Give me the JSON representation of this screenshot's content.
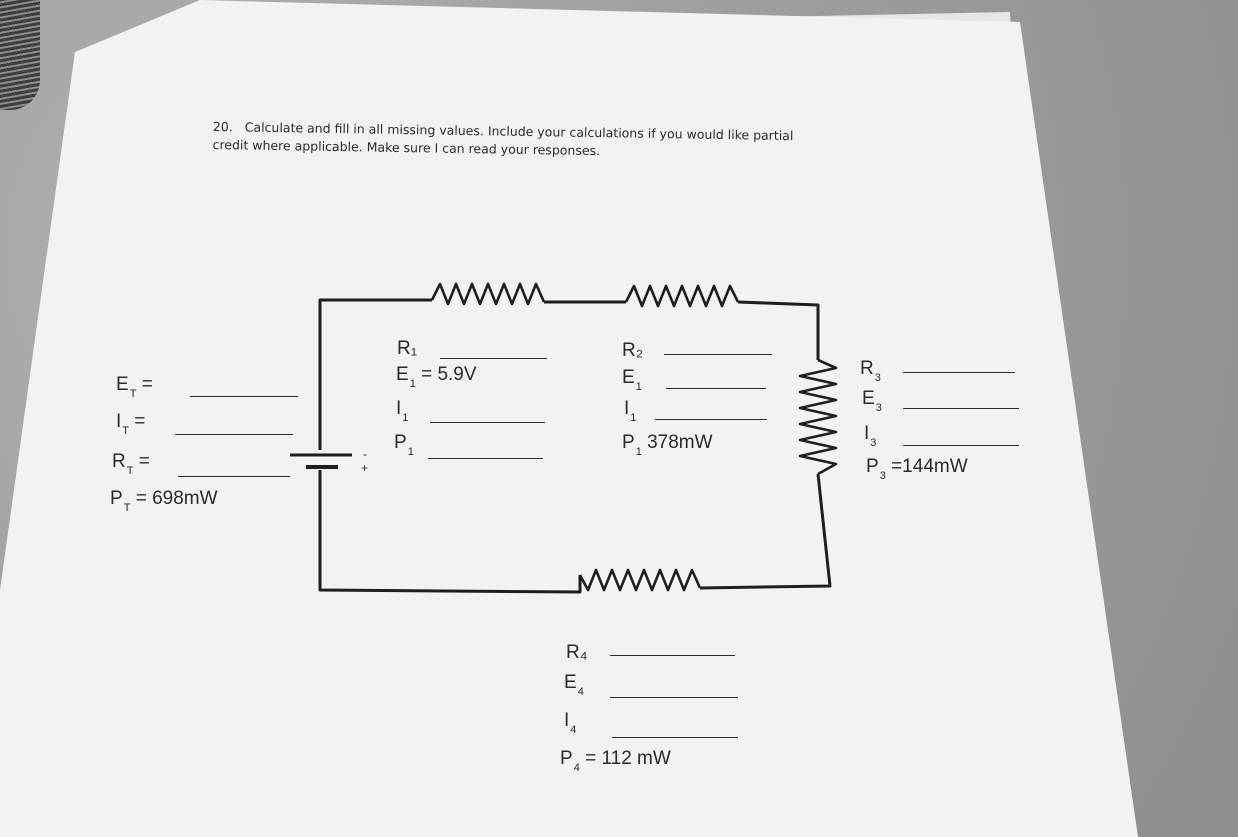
{
  "question": {
    "number": "20.",
    "line1": "Calculate and fill in all missing values. Include your calculations if you would like partial",
    "line2": "credit where applicable. Make sure I can read your responses."
  },
  "totals": {
    "et": {
      "letter": "E",
      "sub": "T",
      "eq": " ="
    },
    "it": {
      "letter": "I",
      "sub": "T",
      "eq": " ="
    },
    "rt": {
      "letter": "R",
      "sub": "T",
      "eq": " ="
    },
    "pt": {
      "letter": "P",
      "sub": "T",
      "eq": " = 698mW"
    }
  },
  "r1": {
    "r": {
      "text": "R₁"
    },
    "e": {
      "letter": "E",
      "sub": "1",
      "eq": " = 5.9V"
    },
    "i": {
      "letter": "I",
      "sub": "1"
    },
    "p": {
      "letter": "P",
      "sub": "1"
    }
  },
  "r2": {
    "r": {
      "text": "R₂"
    },
    "e": {
      "letter": "E",
      "sub": "1"
    },
    "i": {
      "letter": "I",
      "sub": "1"
    },
    "p": {
      "letter": "P",
      "sub": "1",
      "eq": "  378mW"
    }
  },
  "r3": {
    "r": {
      "letter": "R",
      "sub": "3"
    },
    "e": {
      "letter": "E",
      "sub": "3"
    },
    "i": {
      "letter": "I",
      "sub": "3"
    },
    "p": {
      "letter": "P",
      "sub": "3",
      "eq": " =144mW"
    }
  },
  "r4": {
    "r": {
      "text": "R₄"
    },
    "e": {
      "letter": "E",
      "sub": "4"
    },
    "i": {
      "letter": "I",
      "sub": "4"
    },
    "p": {
      "letter": "P",
      "sub": "4",
      "eq": "  = 112 mW"
    }
  },
  "battery": {
    "minus": "-",
    "plus": "+"
  }
}
